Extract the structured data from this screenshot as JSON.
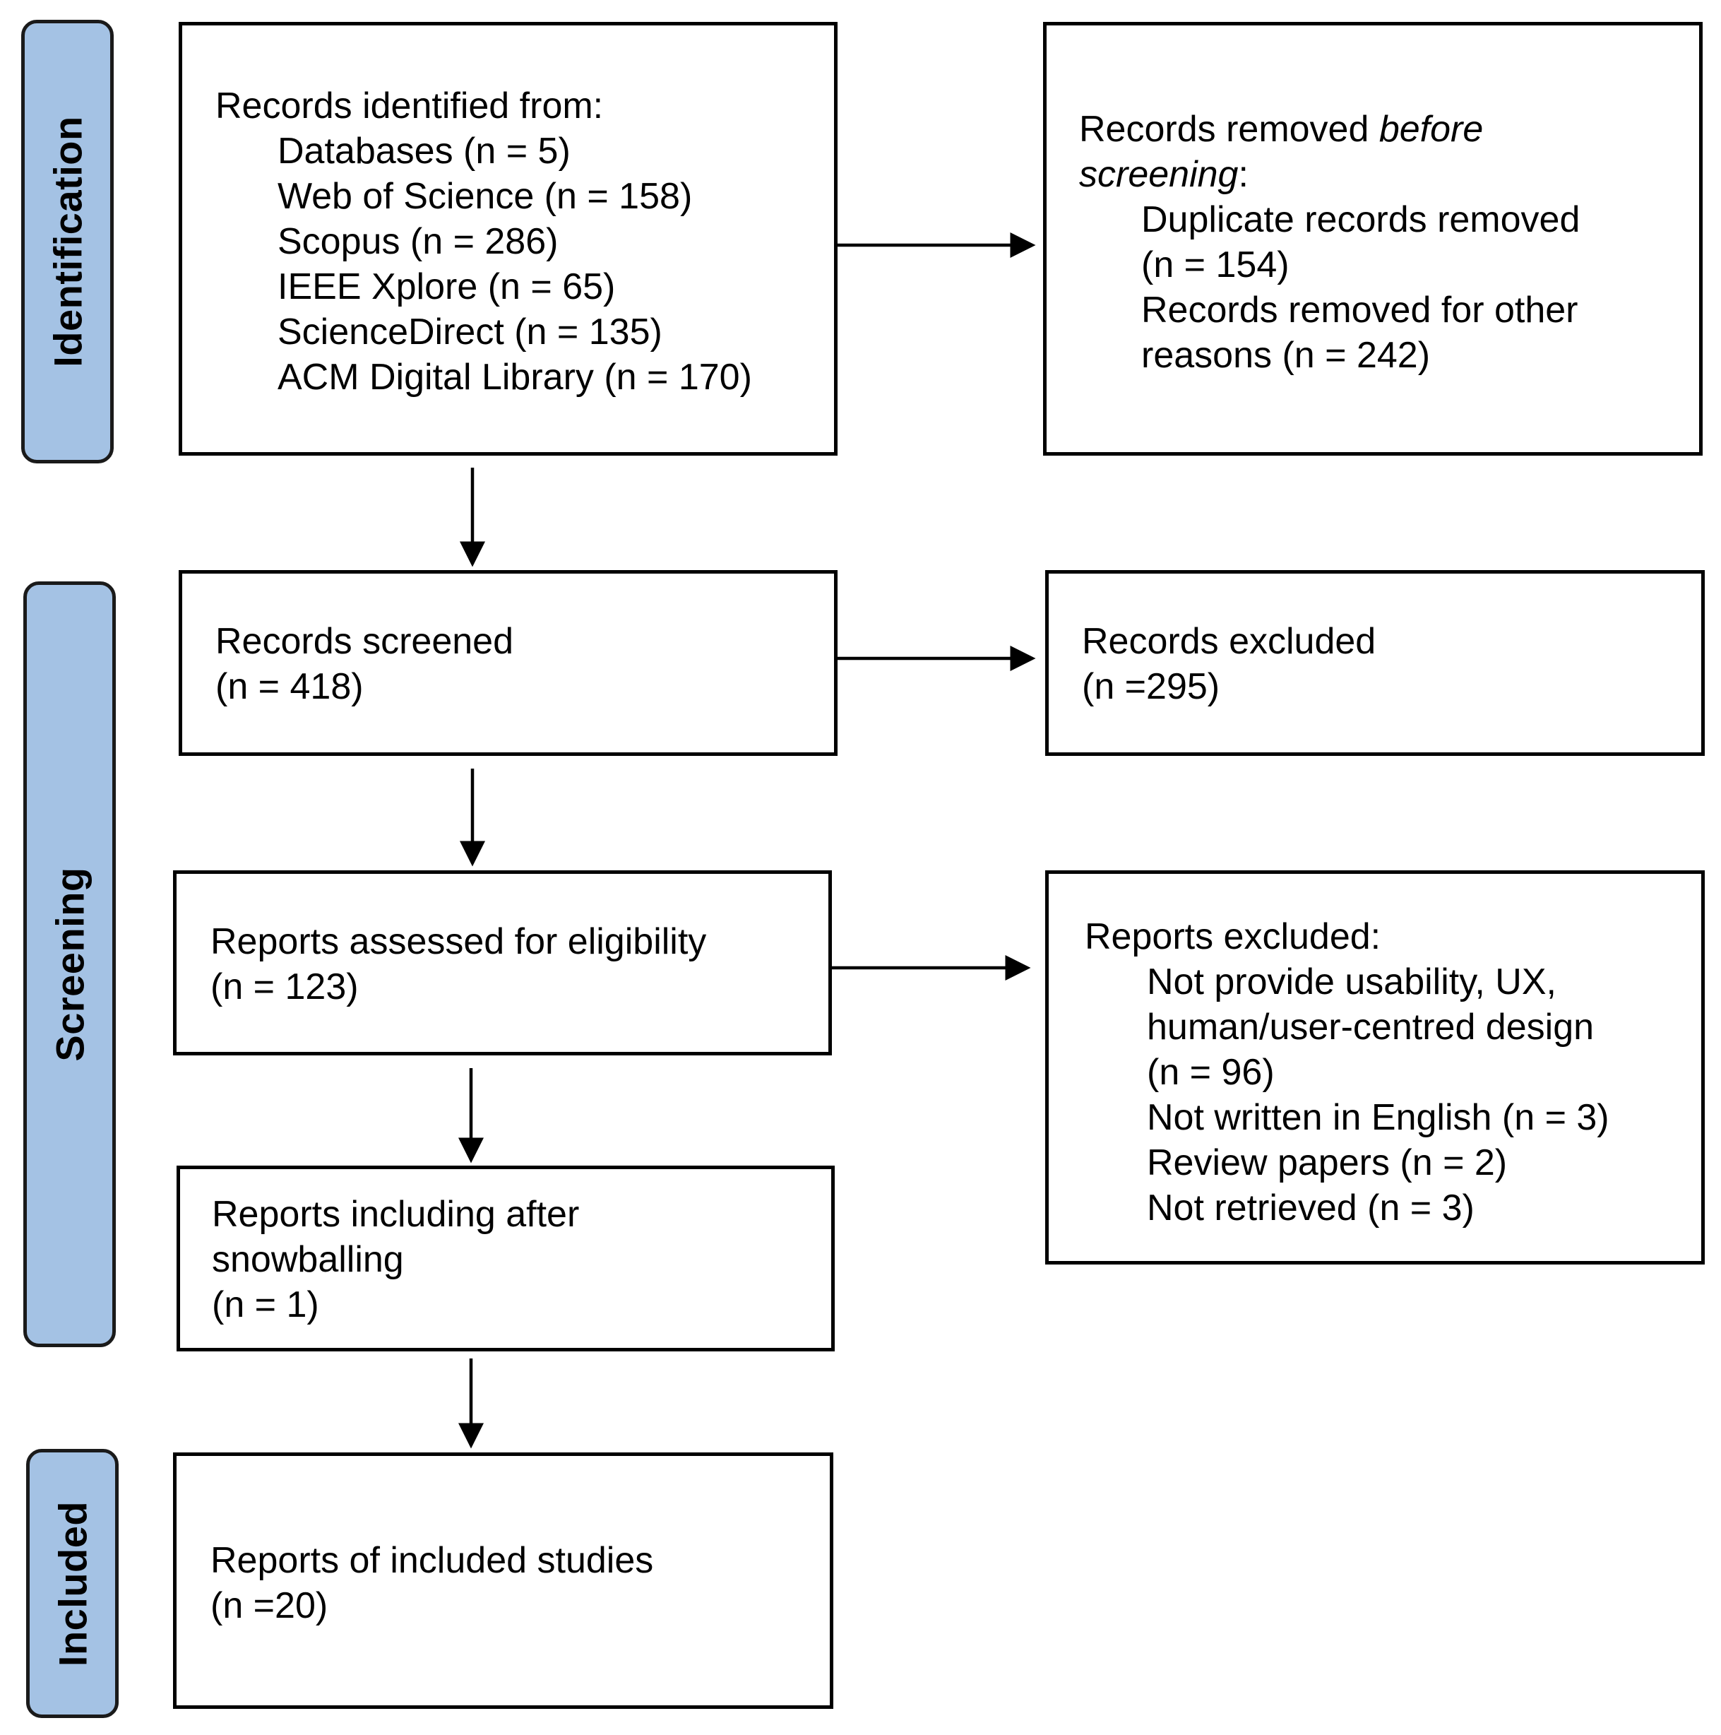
{
  "phases": {
    "identification": "Identification",
    "screening": "Screening",
    "included": "Included"
  },
  "boxes": {
    "identified": {
      "heading": "Records identified from:",
      "items": [
        "Databases (n = 5)",
        "Web of Science (n = 158)",
        "Scopus (n = 286)",
        "IEEE Xplore (n = 65)",
        "ScienceDirect (n = 135)",
        "ACM Digital Library (n = 170)"
      ]
    },
    "removed": {
      "heading_plain": "Records removed ",
      "heading_italic_1": "before",
      "heading_italic_2": "screening",
      "heading_colon": ":",
      "items": [
        "Duplicate records removed",
        "(n = 154)",
        "Records removed for other",
        "reasons (n = 242)"
      ]
    },
    "screened": {
      "line1": "Records screened",
      "line2": "(n = 418)"
    },
    "excluded": {
      "line1": "Records excluded",
      "line2": "(n =295)"
    },
    "assessed": {
      "line1": "Reports assessed for eligibility",
      "line2": "(n = 123)"
    },
    "reports_excluded": {
      "heading": "Reports excluded:",
      "items": [
        "Not provide usability, UX,",
        "human/user-centred design",
        "(n = 96)",
        "Not written in English (n = 3)",
        "Review papers (n = 2)",
        "Not retrieved (n = 3)"
      ]
    },
    "snowballing": {
      "line1": "Reports including after",
      "line2": "snowballing",
      "line3": "(n = 1)"
    },
    "included_studies": {
      "line1": "Reports of included studies",
      "line2": "(n =20)"
    }
  }
}
